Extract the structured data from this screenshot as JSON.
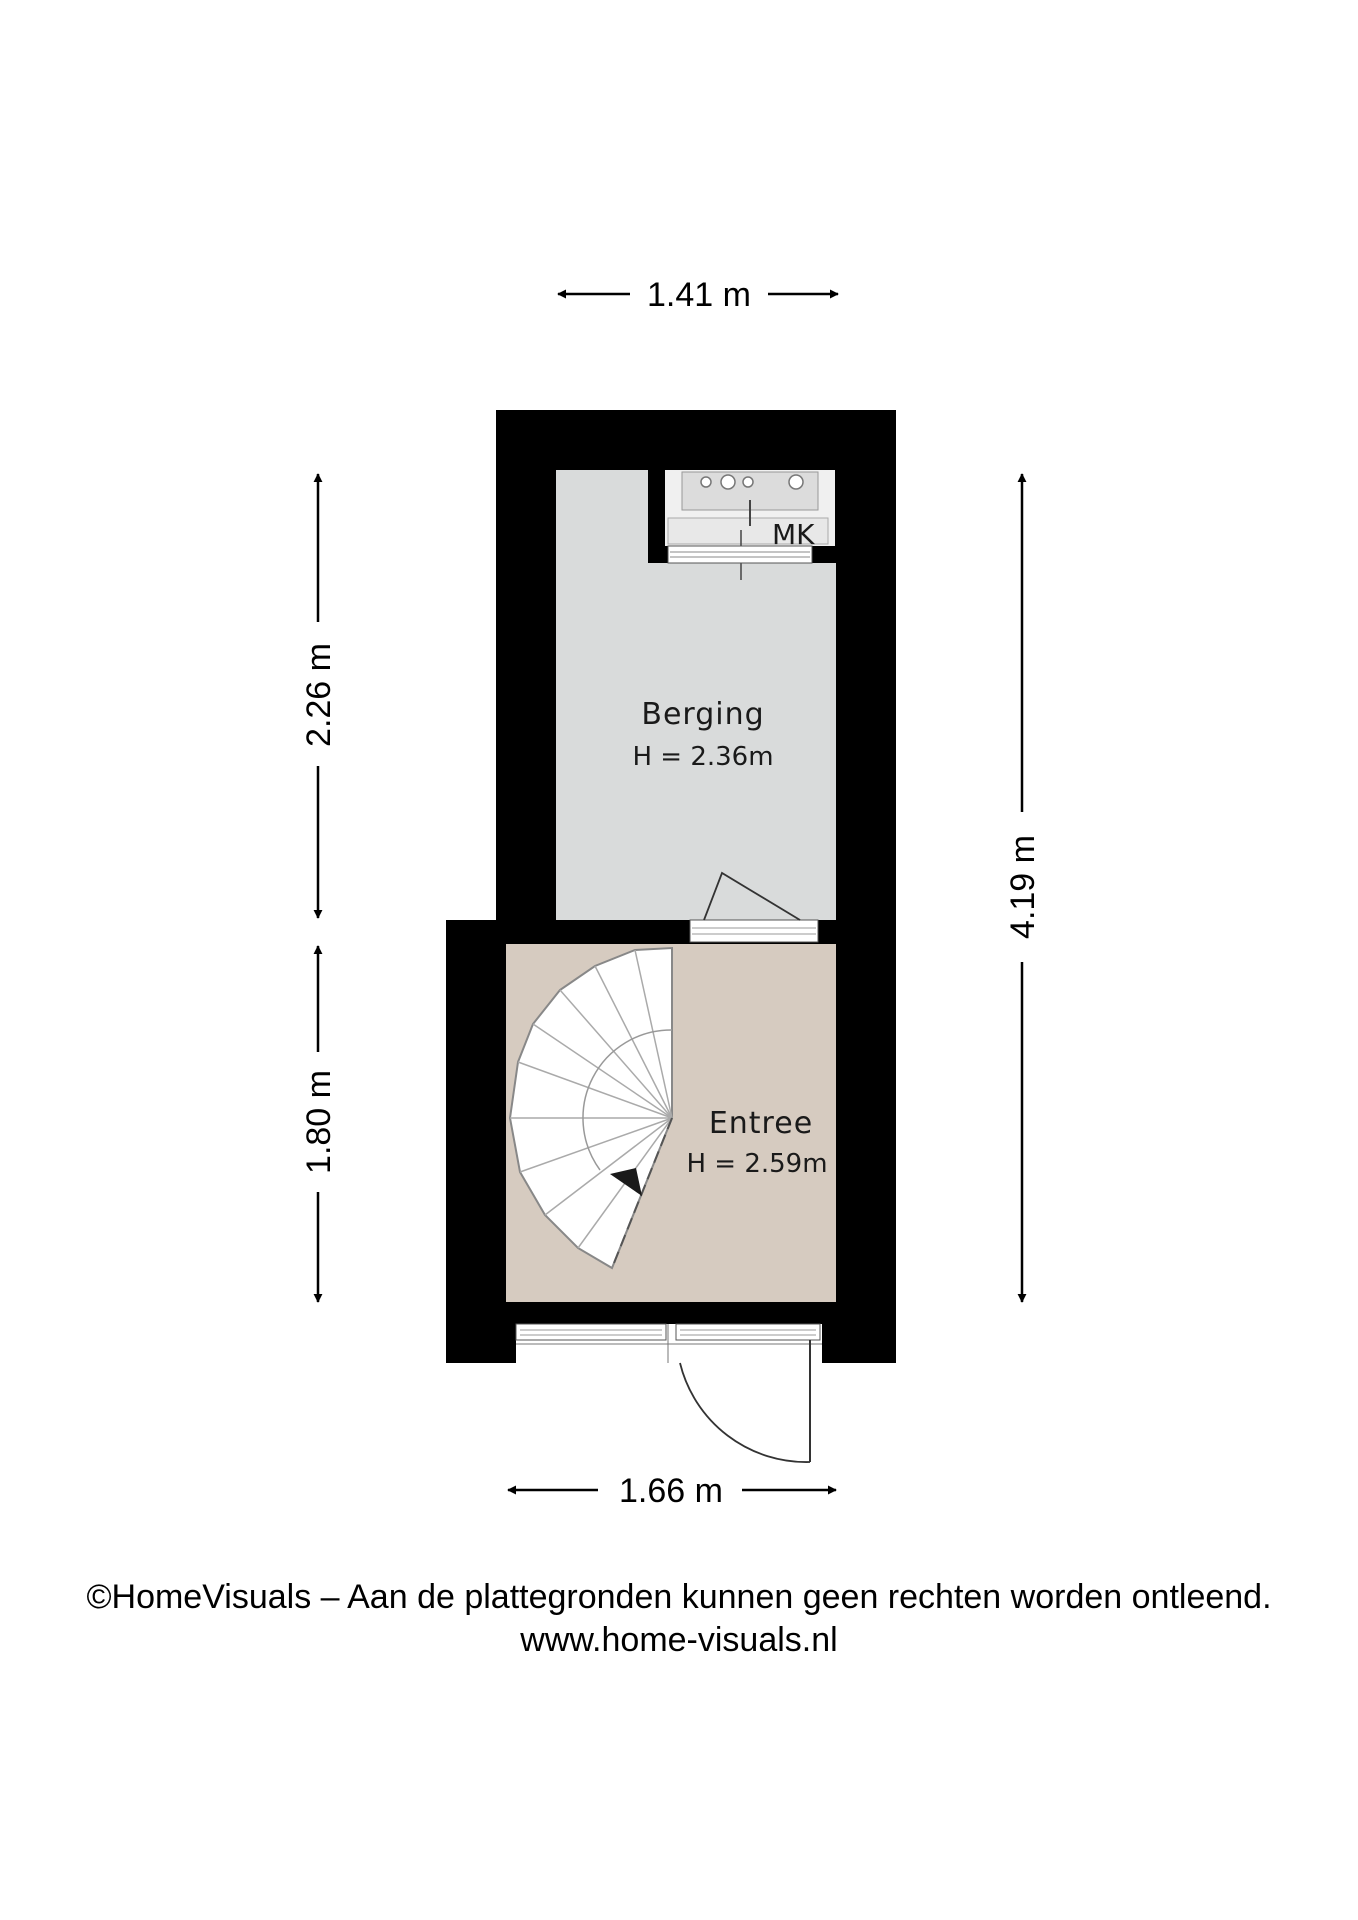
{
  "dimensions": {
    "top_width": "1.41 m",
    "bottom_width": "1.66 m",
    "left_upper": "2.26 m",
    "left_lower": "1.80 m",
    "right_total": "4.19 m"
  },
  "rooms": [
    {
      "name": "Berging",
      "height": "H = 2.36m"
    },
    {
      "name": "Entree",
      "height": "H = 2.59m"
    }
  ],
  "fixture_label": "MK",
  "colors": {
    "wall": "#000000",
    "berging_floor": "#d9dbdb",
    "entree_floor": "#d6cbc0"
  },
  "footer": {
    "line1": "©HomeVisuals – Aan de plattegronden kunnen geen rechten worden ontleend.",
    "line2": "www.home-visuals.nl"
  }
}
